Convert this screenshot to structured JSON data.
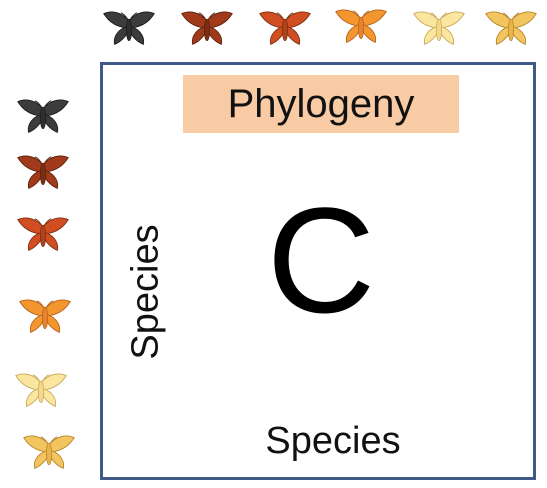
{
  "labels": {
    "phylogeny": "Phylogeny",
    "matrix_letter": "C",
    "species_x": "Species",
    "species_y": "Species"
  },
  "moths": [
    {
      "name": "moth-black-icon",
      "body": "#2f2f2f",
      "wing": "#3c3c3c",
      "edge": "#1a1a1a"
    },
    {
      "name": "moth-rust-icon",
      "body": "#7a2e14",
      "wing": "#a03a1a",
      "edge": "#5b200c"
    },
    {
      "name": "moth-red-orange-icon",
      "body": "#b0421c",
      "wing": "#d04e22",
      "edge": "#7e2e10"
    },
    {
      "name": "moth-orange-icon",
      "body": "#e8822c",
      "wing": "#f4962e",
      "edge": "#b5601a"
    },
    {
      "name": "moth-pale-yellow-icon",
      "body": "#f4d98a",
      "wing": "#fbe6a0",
      "edge": "#c9a757"
    },
    {
      "name": "moth-golden-icon",
      "body": "#e9b54a",
      "wing": "#f3c560",
      "edge": "#b48428"
    }
  ],
  "colors": {
    "box_border": "#3f5a86",
    "banner_fill": "#f9cba4"
  }
}
